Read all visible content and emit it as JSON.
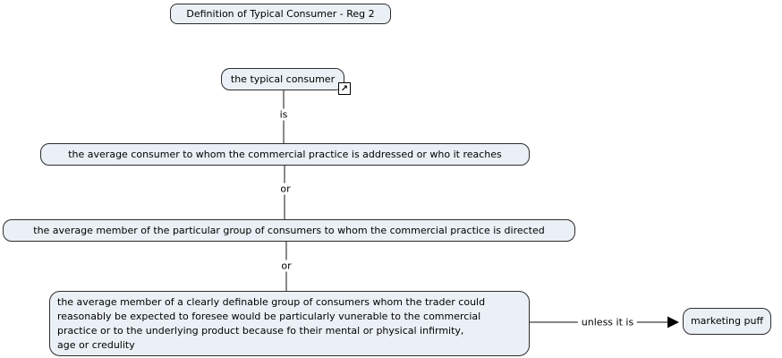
{
  "colors": {
    "canvas_bg": "#ffffff",
    "node_fill": "#eaf0f5",
    "node_border": "#2d2d2d",
    "connector": "#3c3c3c",
    "text_color": "#000000"
  },
  "title_node": {
    "label": "Definition of Typical Consumer - Reg 2"
  },
  "nodes": {
    "typical_consumer": {
      "label": "the typical consumer"
    },
    "average_consumer": {
      "label": "the average consumer to whom the commercial practice is addressed or who it reaches"
    },
    "particular_group": {
      "label": "the average member of the particular group of consumers to whom the commercial practice is directed"
    },
    "vulnerable_group": {
      "label": "the average member of a clearly definable group of consumers whom the trader could\nreasonably be expected to foresee would be particularly vunerable to the commercial\npractice or to the underlying product because fo their mental or physical infirmity,\nage or credulity"
    },
    "marketing_puff": {
      "label": "marketing puff"
    }
  },
  "link_labels": {
    "is": "is",
    "or_1": "or",
    "or_2": "or",
    "unless": "unless it is"
  },
  "icons": {
    "resource_link_glyph": "↗"
  }
}
